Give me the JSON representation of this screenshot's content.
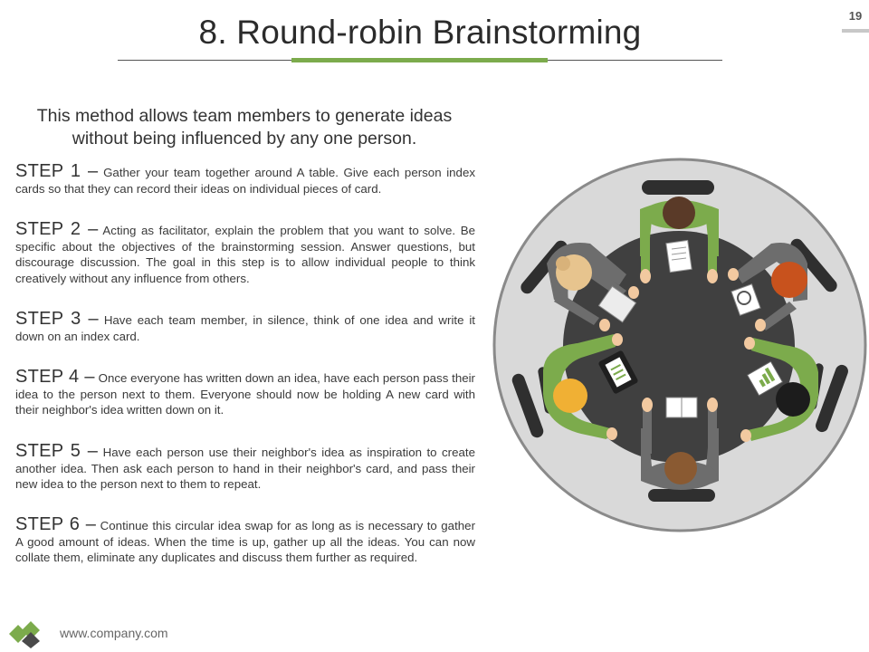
{
  "slide": {
    "title": "8. Round-robin Brainstorming",
    "page_number": "19",
    "intro": "This method allows team members to generate ideas without being influenced by any one person.",
    "steps": [
      {
        "label": "STEP 1 –",
        "text": "Gather your team together around A table. Give each person index cards so that they can record their ideas on individual pieces of card."
      },
      {
        "label": "STEP 2 –",
        "text": "Acting as facilitator, explain the problem that you want to solve. Be specific about the objectives of the brainstorming session. Answer questions, but discourage discussion. The goal in this step is to allow individual people to think creatively without any influence from others."
      },
      {
        "label": "STEP 3 –",
        "text": "Have each team member, in silence, think of one idea and write it down on an index card."
      },
      {
        "label": "STEP 4 –",
        "text": "Once everyone has written down an idea, have each person pass their idea to the person next to them. Everyone should now be holding A new card with their neighbor's idea written down on it."
      },
      {
        "label": "STEP 5 –",
        "text": "Have each person use their neighbor's idea as inspiration to create another idea. Then ask each person to hand in their neighbor's card, and pass their new idea to the person next to them to repeat."
      },
      {
        "label": "STEP 6 –",
        "text": "Continue this circular idea swap for as long as is necessary to gather A good amount of ideas. When the time is up, gather up all the ideas. You can now collate them, eliminate any duplicates and discuss them further as required."
      }
    ],
    "footer_url": "www.company.com"
  },
  "colors": {
    "accent_green": "#7cab4c",
    "table": "#404040",
    "floor": "#d9d9d9",
    "chair": "#2f2f2f",
    "shirt_gray": "#6d6d6d"
  },
  "icons": {
    "logo": "company-logo-icon",
    "illustration": "round-table-meeting-illustration"
  }
}
